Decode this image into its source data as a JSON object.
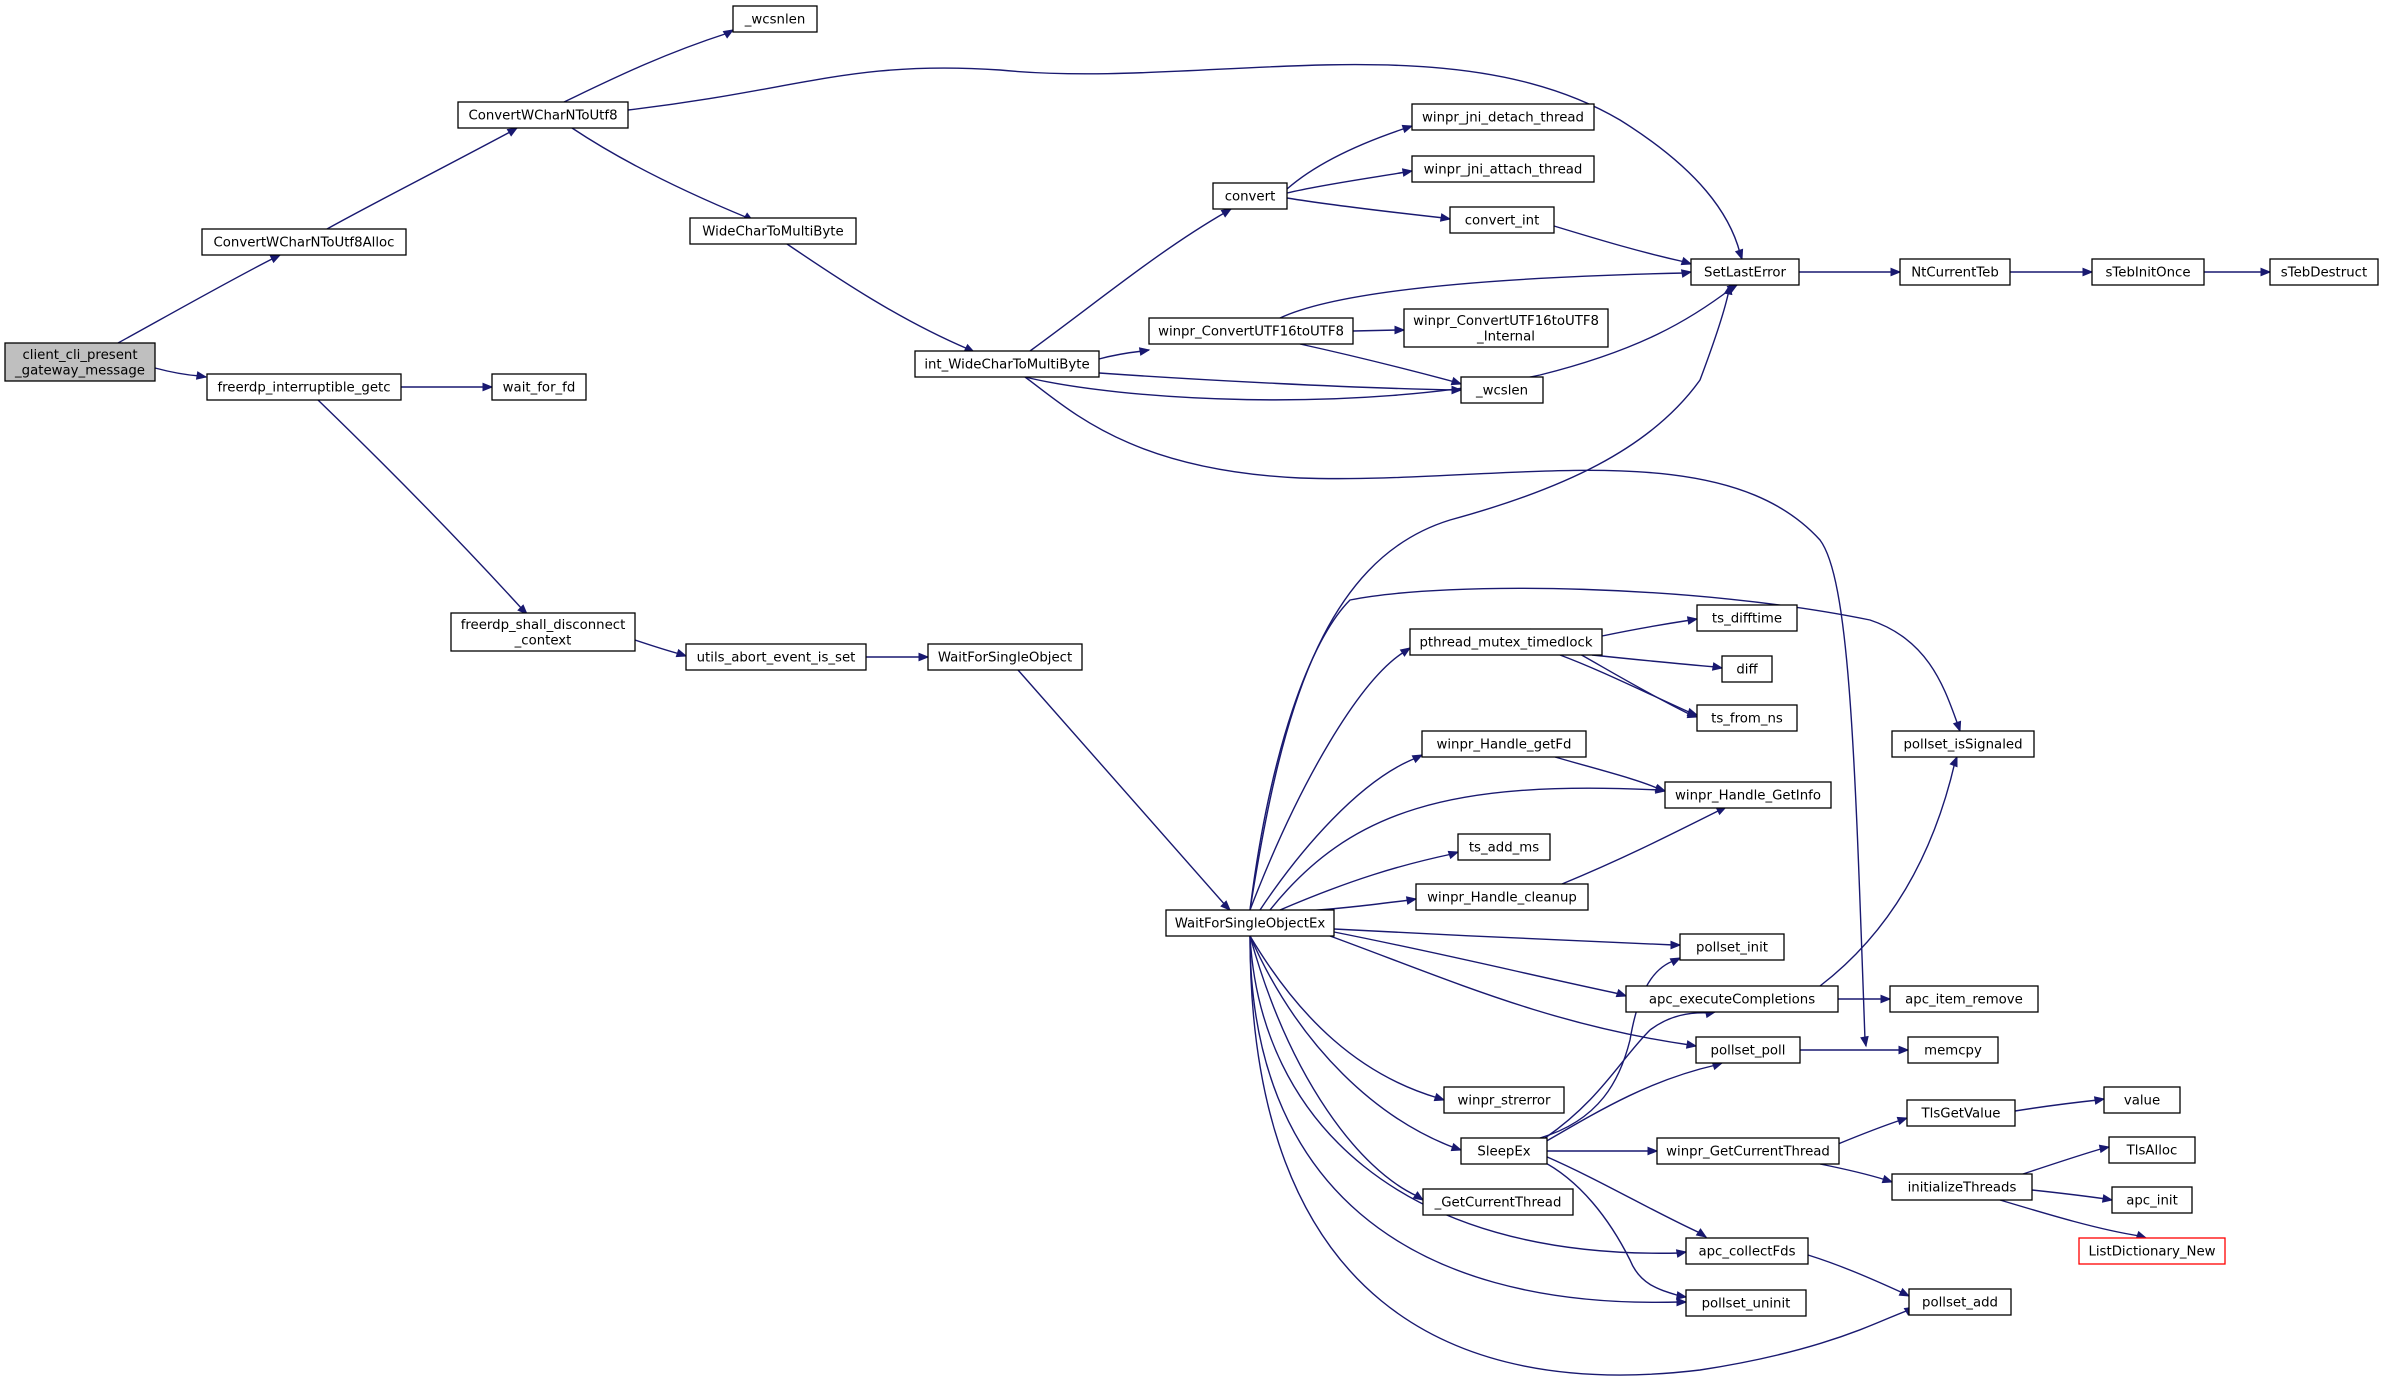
{
  "colors": {
    "edge": "#191970",
    "root_fill": "#bfbfbf",
    "node_border": "#000000",
    "truncated_border": "#ff0000",
    "background": "#ffffff"
  },
  "nodes": {
    "client_cli_present_gateway_message": [
      "client_cli_present",
      "_gateway_message"
    ],
    "ConvertWCharNToUtf8Alloc": [
      "ConvertWCharNToUtf8Alloc"
    ],
    "freerdp_interruptible_getc": [
      "freerdp_interruptible_getc"
    ],
    "ConvertWCharNToUtf8": [
      "ConvertWCharNToUtf8"
    ],
    "_wcsnlen": [
      "_wcsnlen"
    ],
    "WideCharToMultiByte": [
      "WideCharToMultiByte"
    ],
    "wait_for_fd": [
      "wait_for_fd"
    ],
    "freerdp_shall_disconnect_context": [
      "freerdp_shall_disconnect",
      "_context"
    ],
    "utils_abort_event_is_set": [
      "utils_abort_event_is_set"
    ],
    "WaitForSingleObject": [
      "WaitForSingleObject"
    ],
    "int_WideCharToMultiByte": [
      "int_WideCharToMultiByte"
    ],
    "convert": [
      "convert"
    ],
    "winpr_jni_detach_thread": [
      "winpr_jni_detach_thread"
    ],
    "winpr_jni_attach_thread": [
      "winpr_jni_attach_thread"
    ],
    "convert_int": [
      "convert_int"
    ],
    "winpr_ConvertUTF16toUTF8": [
      "winpr_ConvertUTF16toUTF8"
    ],
    "winpr_ConvertUTF16toUTF8_Internal": [
      "winpr_ConvertUTF16toUTF8",
      "_Internal"
    ],
    "_wcslen": [
      "_wcslen"
    ],
    "SetLastError": [
      "SetLastError"
    ],
    "NtCurrentTeb": [
      "NtCurrentTeb"
    ],
    "sTebInitOnce": [
      "sTebInitOnce"
    ],
    "sTebDestruct": [
      "sTebDestruct"
    ],
    "WaitForSingleObjectEx": [
      "WaitForSingleObjectEx"
    ],
    "pthread_mutex_timedlock": [
      "pthread_mutex_timedlock"
    ],
    "ts_difftime": [
      "ts_difftime"
    ],
    "diff": [
      "diff"
    ],
    "ts_from_ns": [
      "ts_from_ns"
    ],
    "pollset_isSignaled": [
      "pollset_isSignaled"
    ],
    "winpr_Handle_getFd": [
      "winpr_Handle_getFd"
    ],
    "winpr_Handle_GetInfo": [
      "winpr_Handle_GetInfo"
    ],
    "ts_add_ms": [
      "ts_add_ms"
    ],
    "winpr_Handle_cleanup": [
      "winpr_Handle_cleanup"
    ],
    "pollset_init": [
      "pollset_init"
    ],
    "apc_executeCompletions": [
      "apc_executeCompletions"
    ],
    "apc_item_remove": [
      "apc_item_remove"
    ],
    "pollset_poll": [
      "pollset_poll"
    ],
    "memcpy": [
      "memcpy"
    ],
    "winpr_strerror": [
      "winpr_strerror"
    ],
    "SleepEx": [
      "SleepEx"
    ],
    "winpr_GetCurrentThread": [
      "winpr_GetCurrentThread"
    ],
    "TlsGetValue": [
      "TlsGetValue"
    ],
    "value": [
      "value"
    ],
    "TlsAlloc": [
      "TlsAlloc"
    ],
    "initializeThreads": [
      "initializeThreads"
    ],
    "apc_init": [
      "apc_init"
    ],
    "ListDictionary_New": [
      "ListDictionary_New"
    ],
    "_GetCurrentThread": [
      "_GetCurrentThread"
    ],
    "apc_collectFds": [
      "apc_collectFds"
    ],
    "pollset_add": [
      "pollset_add"
    ],
    "pollset_uninit": [
      "pollset_uninit"
    ]
  }
}
